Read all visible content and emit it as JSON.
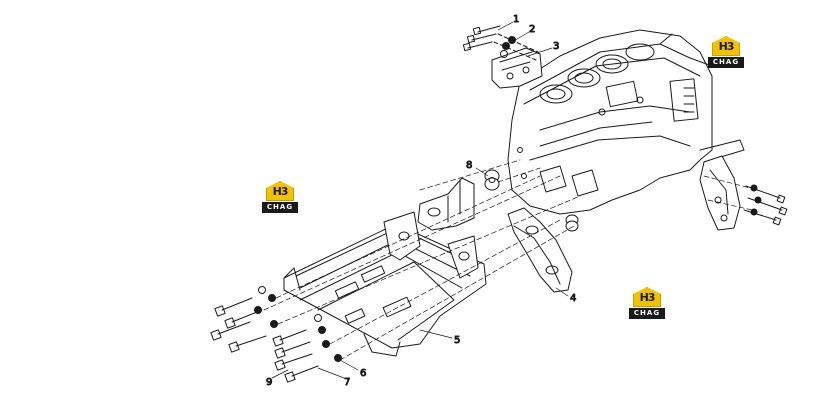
{
  "diagram": {
    "callouts": [
      "1",
      "2",
      "3",
      "4",
      "5",
      "6",
      "7",
      "8",
      "9"
    ],
    "watermark": {
      "mark": "H3",
      "bar": "CHAG"
    }
  },
  "colors": {
    "line": "#1a1a1a",
    "accent": "#f2c200",
    "background": "#ffffff"
  }
}
